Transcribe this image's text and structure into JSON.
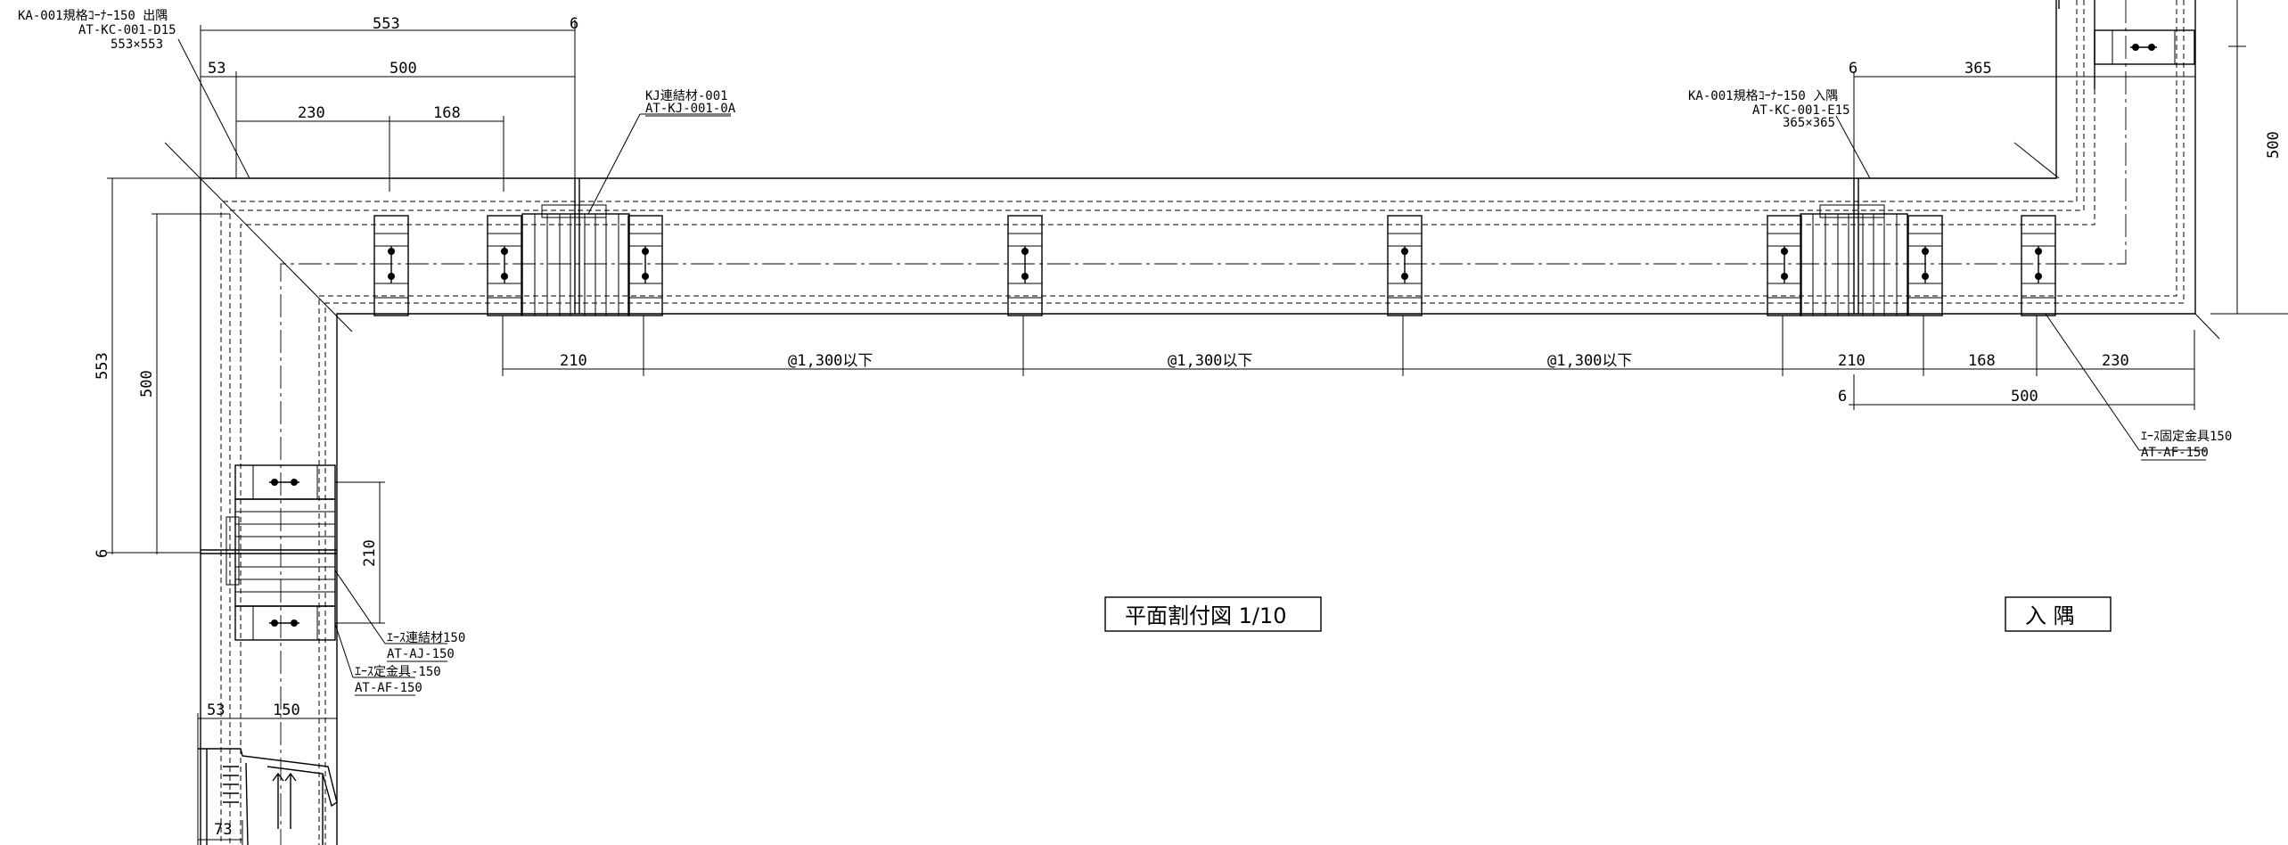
{
  "drawing": {
    "title": "平面割付図 1/10",
    "corner_tag": "入 隅"
  },
  "dimensions": {
    "top_553": "553",
    "top_6": "6",
    "top_53": "53",
    "top_500": "500",
    "top_230": "230",
    "top_168": "168",
    "right_6": "6",
    "right_365": "365",
    "right_500_vertical": "500",
    "bottom_210_left": "210",
    "pitch_1": "@1,300以下",
    "pitch_2": "@1,300以下",
    "pitch_3": "@1,300以下",
    "bottom_210_right": "210",
    "bottom_168": "168",
    "bottom_230": "230",
    "bottom_6": "6",
    "bottom_500": "500",
    "left_553": "553",
    "left_500": "500",
    "left_6": "6",
    "left_210": "210",
    "detail_53": "53",
    "detail_150": "150",
    "detail_73": "73"
  },
  "callouts": {
    "outer_corner": {
      "line1": "KA-001規格ｺｰﾅｰ150 出隅",
      "line2": "AT-KC-001-D15",
      "line3": "553×553"
    },
    "kj_joint": {
      "line1": "KJ連結材-001",
      "line2": "AT-KJ-001-0A"
    },
    "inner_corner": {
      "line1": "KA-001規格ｺｰﾅｰ150 入隅",
      "line2": "AT-KC-001-E15",
      "line3": "365×365"
    },
    "fixing_right": {
      "line1": "ｴｰｽ固定金具150",
      "line2": "AT-AF-150"
    },
    "joint_left": {
      "line1": "ｴｰｽ連結材150",
      "line2": "AT-AJ-150"
    },
    "fixing_left": {
      "line1": "ｴｰｽ定金具-150",
      "line2": "AT-AF-150"
    }
  }
}
